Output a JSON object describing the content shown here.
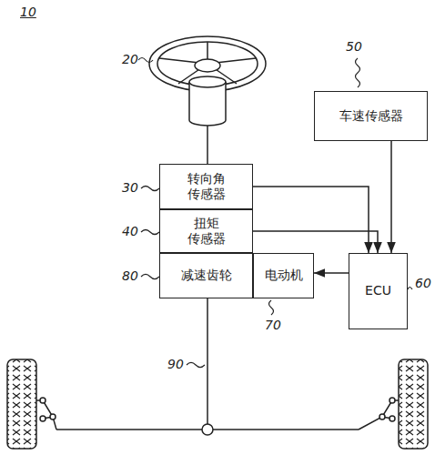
{
  "diagram": {
    "nodes": [
      {
        "text": [
          "转向角 传感器"
        ]
      },
      {
        "text": [
          "扭矩 传感器"
        ]
      },
      {
        "text": [
          "减速齿轮"
        ]
      },
      {
        "text": [
          "电动机"
        ]
      },
      {
        "text": [
          "车速传感器"
        ]
      },
      {
        "text": [
          "ECU"
        ]
      }
    ],
    "edges": [
      {
        "from": 0,
        "to": 5,
        "arrow": "to"
      },
      {
        "from": 1,
        "to": 5,
        "arrow": "to"
      },
      {
        "from": 4,
        "to": 5,
        "arrow": "to"
      },
      {
        "from": 5,
        "to": 3,
        "arrow": "to"
      }
    ],
    "labels": [
      "10",
      "20",
      "50",
      "30",
      "40",
      "80",
      "70",
      "60",
      "90"
    ]
  }
}
